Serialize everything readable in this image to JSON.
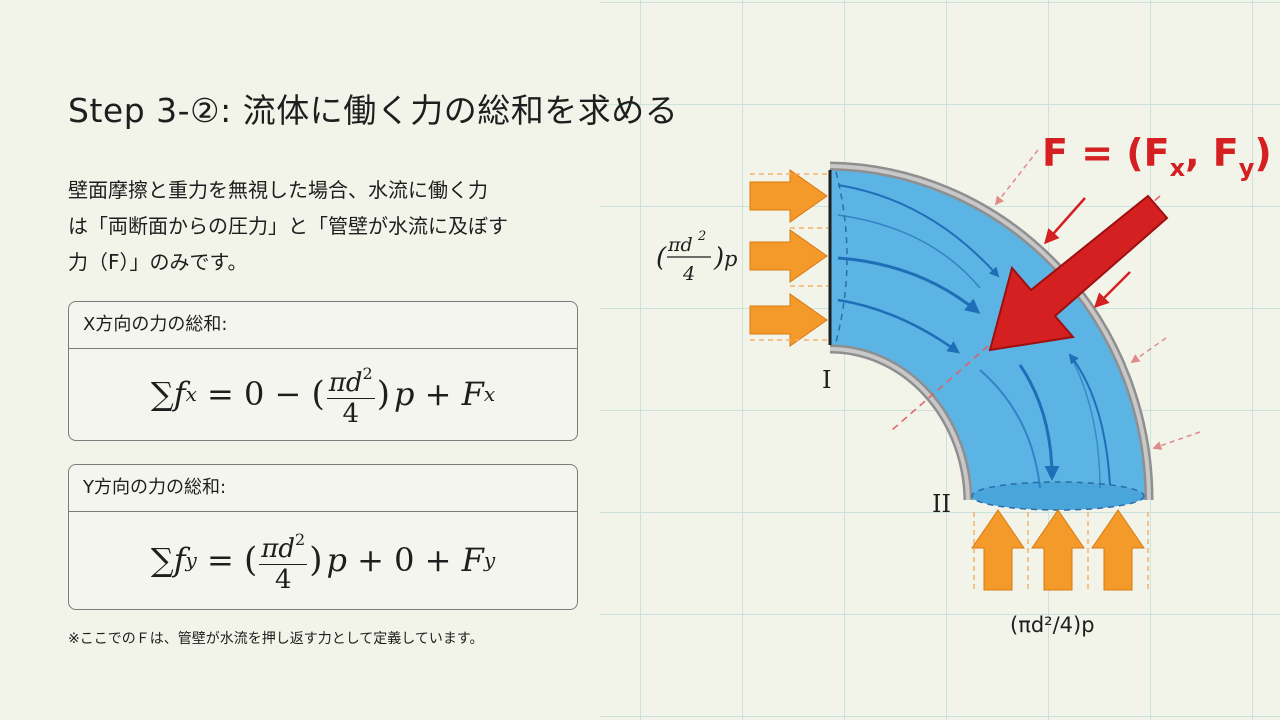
{
  "title": "Step 3-②: 流体に働く力の総和を求める",
  "intro": {
    "lines": [
      "壁面摩擦と重力を無視した場合、水流に働く力",
      "は「両断面からの圧力」と「管壁が水流に及ぼす",
      "力（F）」のみです。"
    ]
  },
  "x_box": {
    "header": "X方向の力の総和:",
    "sum_symbol": "∑",
    "f": "f",
    "sub": "x",
    "eq_mid": " = 0 − ",
    "num": "πd",
    "sup": "2",
    "den": "4",
    "p": "p",
    "plus": " + ",
    "F": "F",
    "F_sub": "x"
  },
  "y_box": {
    "header": "Y方向の力の総和:",
    "sum_symbol": "∑",
    "f": "f",
    "sub": "y",
    "eq_mid": " = ",
    "num": "πd",
    "sup": "2",
    "den": "4",
    "p": "p",
    "plus_mid": " + 0 + ",
    "F": "F",
    "F_sub": "y"
  },
  "note": "※ここでのＦは、管壁が水流を押し返す力として定義しています。",
  "diagram": {
    "force_label_main": "F = (F",
    "force_label_x": "x",
    "force_label_comma": ", F",
    "force_label_y": "y",
    "force_label_close": ")",
    "left_pressure_num": "πd",
    "left_pressure_sup": "2",
    "left_pressure_den": "4",
    "left_pressure_p": "p",
    "section_1": "I",
    "section_2": "II",
    "bottom_pressure": "(πd²/4)p",
    "colors": {
      "water": "#5bb4e3",
      "pipe_wall": "#a9a9a9",
      "pressure_arrow": "#f39a2b",
      "force_arrow": "#d42020",
      "flow_arrow": "#1f6fb8"
    }
  }
}
